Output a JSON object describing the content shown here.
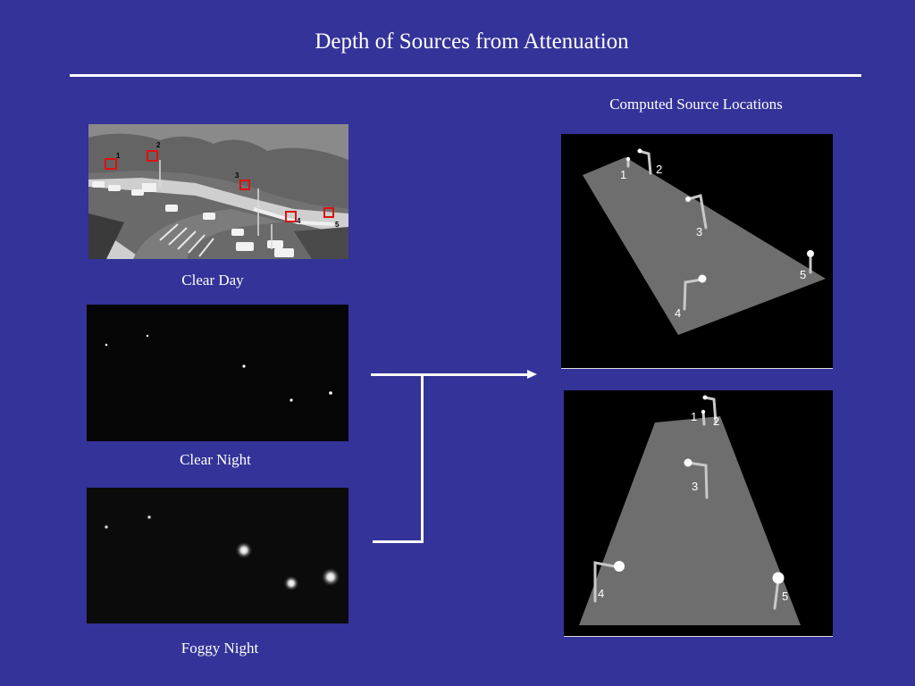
{
  "slide": {
    "title": "Depth of  Sources from Attenuation",
    "right_header": "Computed Source  Locations"
  },
  "images": {
    "clear_day": {
      "caption": "Clear Day",
      "markers": [
        "1",
        "2",
        "3",
        "4",
        "5"
      ]
    },
    "clear_night": {
      "caption": "Clear Night"
    },
    "foggy_night": {
      "caption": "Foggy Night"
    }
  },
  "reconstructions": {
    "top": {
      "labels": [
        "1",
        "2",
        "3",
        "4",
        "5"
      ]
    },
    "bottom": {
      "labels": [
        "1",
        "2",
        "3",
        "4",
        "5"
      ]
    }
  },
  "colors": {
    "background": "#333399",
    "foreground": "#ffffff",
    "plane": "#6e6e6e",
    "marker": "#dd1111"
  }
}
